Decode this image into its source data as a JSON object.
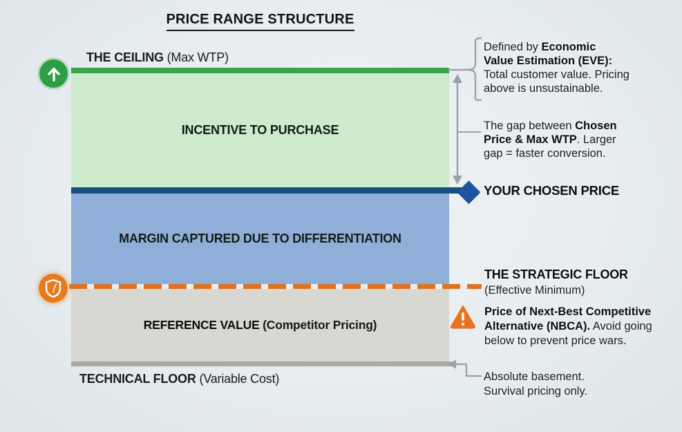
{
  "title": "PRICE RANGE STRUCTURE",
  "colors": {
    "background": "#e7edf0",
    "ceiling_line": "#3aa44a",
    "incentive_band": "#cdeacc",
    "chosen_price_line": "#164f80",
    "chosen_price_diamond": "#1d55a0",
    "margin_band": "#8fafd8",
    "strategic_floor_dash": "#e2701c",
    "reference_band": "#d9d7d1",
    "technical_floor_line": "#a8a8a5",
    "connector_gray": "#99a1a5",
    "text": "#151515"
  },
  "icons": {
    "ceiling_icon": "arrow-up-circle",
    "strategic_icon": "shield-circle",
    "nbca_icon": "warning-triangle",
    "chosen_marker": "diamond"
  },
  "chart": {
    "ceiling_label": [
      [
        {
          "t": "THE CEILING",
          "b": 1
        },
        {
          "t": " (Max WTP)",
          "b": 0
        }
      ]
    ],
    "incentive_band_label": "INCENTIVE TO PURCHASE",
    "margin_band_label": "MARGIN CAPTURED DUE TO DIFFERENTIATION",
    "reference_band_label": [
      [
        {
          "t": "REFERENCE VALUE",
          "b": 1
        },
        {
          "t": " (Competitor Pricing)",
          "b": 0
        }
      ]
    ],
    "technical_floor_label": [
      [
        {
          "t": "TECHNICAL FLOOR",
          "b": 1
        },
        {
          "t": " (Variable Cost)",
          "b": 0
        }
      ]
    ]
  },
  "annotations": {
    "eve": [
      [
        {
          "t": "Defined by ",
          "b": 0
        },
        {
          "t": "Economic",
          "b": 1
        }
      ],
      [
        {
          "t": "Value Estimation (EVE):",
          "b": 1
        }
      ],
      [
        {
          "t": "Total customer value. Pricing",
          "b": 0
        }
      ],
      [
        {
          "t": "above is unsustainable.",
          "b": 0
        }
      ]
    ],
    "gap": [
      [
        {
          "t": "The gap between ",
          "b": 0
        },
        {
          "t": "Chosen",
          "b": 1
        }
      ],
      [
        {
          "t": "Price & Max WTP",
          "b": 1
        },
        {
          "t": ". Larger",
          "b": 0
        }
      ],
      [
        {
          "t": "gap = faster conversion.",
          "b": 0
        }
      ]
    ],
    "chosen_price": "YOUR CHOSEN PRICE",
    "strategic_floor": [
      [
        {
          "t": "THE STRATEGIC FLOOR",
          "b": 1
        }
      ],
      [
        {
          "t": "(Effective Minimum)",
          "b": 0
        }
      ]
    ],
    "nbca": [
      [
        {
          "t": "Price of Next-Best Competitive",
          "b": 1
        }
      ],
      [
        {
          "t": "Alternative (NBCA).",
          "b": 1
        },
        {
          "t": " Avoid going",
          "b": 0
        }
      ],
      [
        {
          "t": "below to prevent price wars.",
          "b": 0
        }
      ]
    ],
    "basement": [
      [
        {
          "t": "Absolute basement.",
          "b": 0
        }
      ],
      [
        {
          "t": "Survival pricing only.",
          "b": 0
        }
      ]
    ]
  }
}
